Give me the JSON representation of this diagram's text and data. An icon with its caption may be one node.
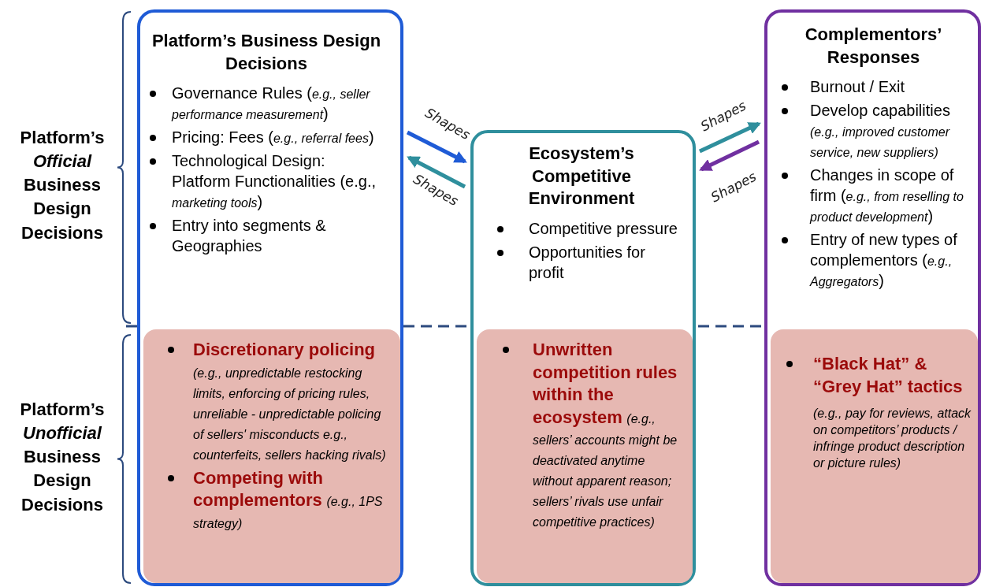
{
  "diagram": {
    "nodes": [
      {
        "text": [
          "Platform’s Business Design Decisions",
          "Governance Rules (*e.g., seller performance measurement*)",
          "Pricing: Fees (*e.g., referral fees*)",
          "Technological Design: Platform Functionalities (e.g., *marketing tools*)",
          "Entry into segments & Geographies"
        ]
      },
      {
        "text": [
          "**Discretionary policing** *(e.g., unpredictable restocking limits, enforcing of pricing rules, unreliable - unpredictable policing of sellers' misconducts e.g., counterfeits, sellers hacking rivals)*",
          "**Competing with complementors** *(e.g., 1PS strategy)*"
        ],
        "in": 0
      },
      {
        "text": [
          "Ecosystem’s Competitive Environment",
          "Competitive pressure",
          "Opportunities for profit"
        ]
      },
      {
        "text": [
          "**Unwritten competition rules within the ecosystem** *(e.g., sellers’ accounts might be deactivated anytime without apparent reason; sellers’ rivals use unfair competitive practices)*"
        ],
        "in": 2
      },
      {
        "text": [
          "Complementors’ Responses",
          "Burnout / Exit",
          "Develop capabilities *(e.g., improved customer service, new suppliers)*",
          "Changes in scope of firm (*e.g., from reselling to product development*)",
          "Entry of new types of complementors (*e.g., Aggregators*)"
        ]
      },
      {
        "text": [
          "**“Black Hat” & “Grey Hat” tactics** *(e.g., pay for reviews, attack on competitors’ products / infringe product description or picture rules)*"
        ],
        "in": 4
      }
    ],
    "edges": [
      {
        "from": 0,
        "to": 2,
        "arrow": "to",
        "label": "Shapes",
        "color": "#1f5bd6"
      },
      {
        "from": 2,
        "to": 0,
        "arrow": "to",
        "label": "Shapes",
        "color": "#2f8f9d"
      },
      {
        "from": 2,
        "to": 4,
        "arrow": "to",
        "label": "Shapes",
        "color": "#2f8f9d"
      },
      {
        "from": 4,
        "to": 2,
        "arrow": "to",
        "label": "Shapes",
        "color": "#7030a0"
      }
    ],
    "labels": [
      "Platform’s *Official* Business Design Decisions",
      "Platform’s *Unofficial* Business Design Decisions"
    ]
  }
}
